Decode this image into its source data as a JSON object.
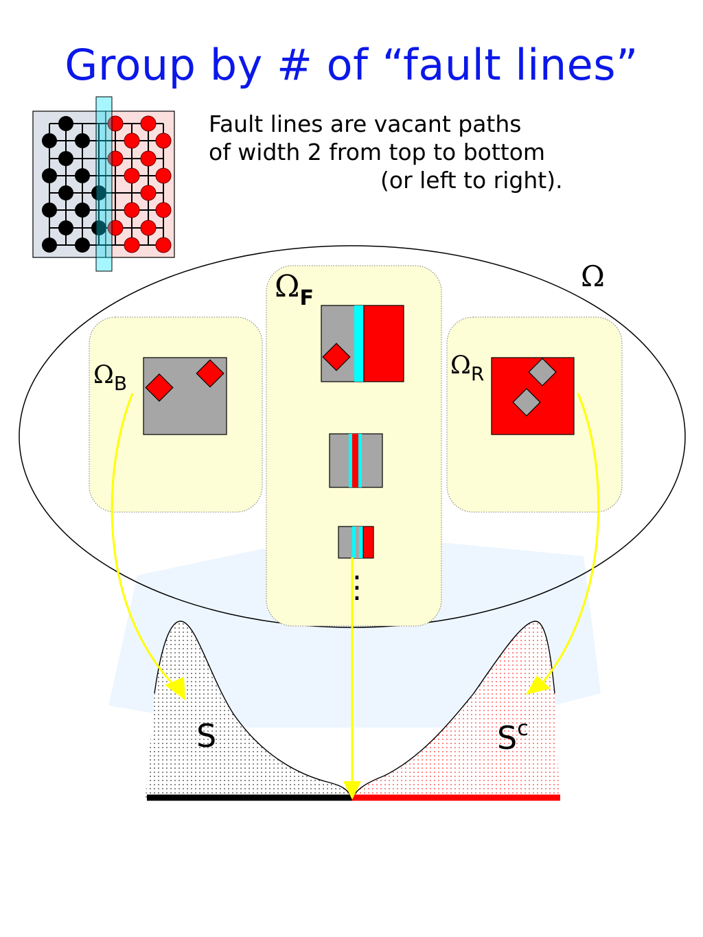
{
  "title": "Group by # of “fault lines”",
  "description": {
    "line1": "Fault lines are vacant paths",
    "line2": "of width 2 from top to bottom",
    "line3": "(or left to right)."
  },
  "labels": {
    "omega": "Ω",
    "omega_b_symbol": "Ω",
    "omega_b_sub": "B",
    "omega_f_symbol": "Ω",
    "omega_f_sub": "F",
    "omega_r_symbol": "Ω",
    "omega_r_sub": "R",
    "s": "S",
    "sc_base": "S",
    "sc_sup": "c",
    "dots": "⋮"
  },
  "colors": {
    "title": "#0b18e8",
    "black_spin": "#000000",
    "red_spin": "#ff0000",
    "fault_line": "#00ffff",
    "gray": "#a6a6a6",
    "panel": "#fdfdd6",
    "arrow": "#ffff00",
    "backdrop": "#eaf4ff"
  }
}
